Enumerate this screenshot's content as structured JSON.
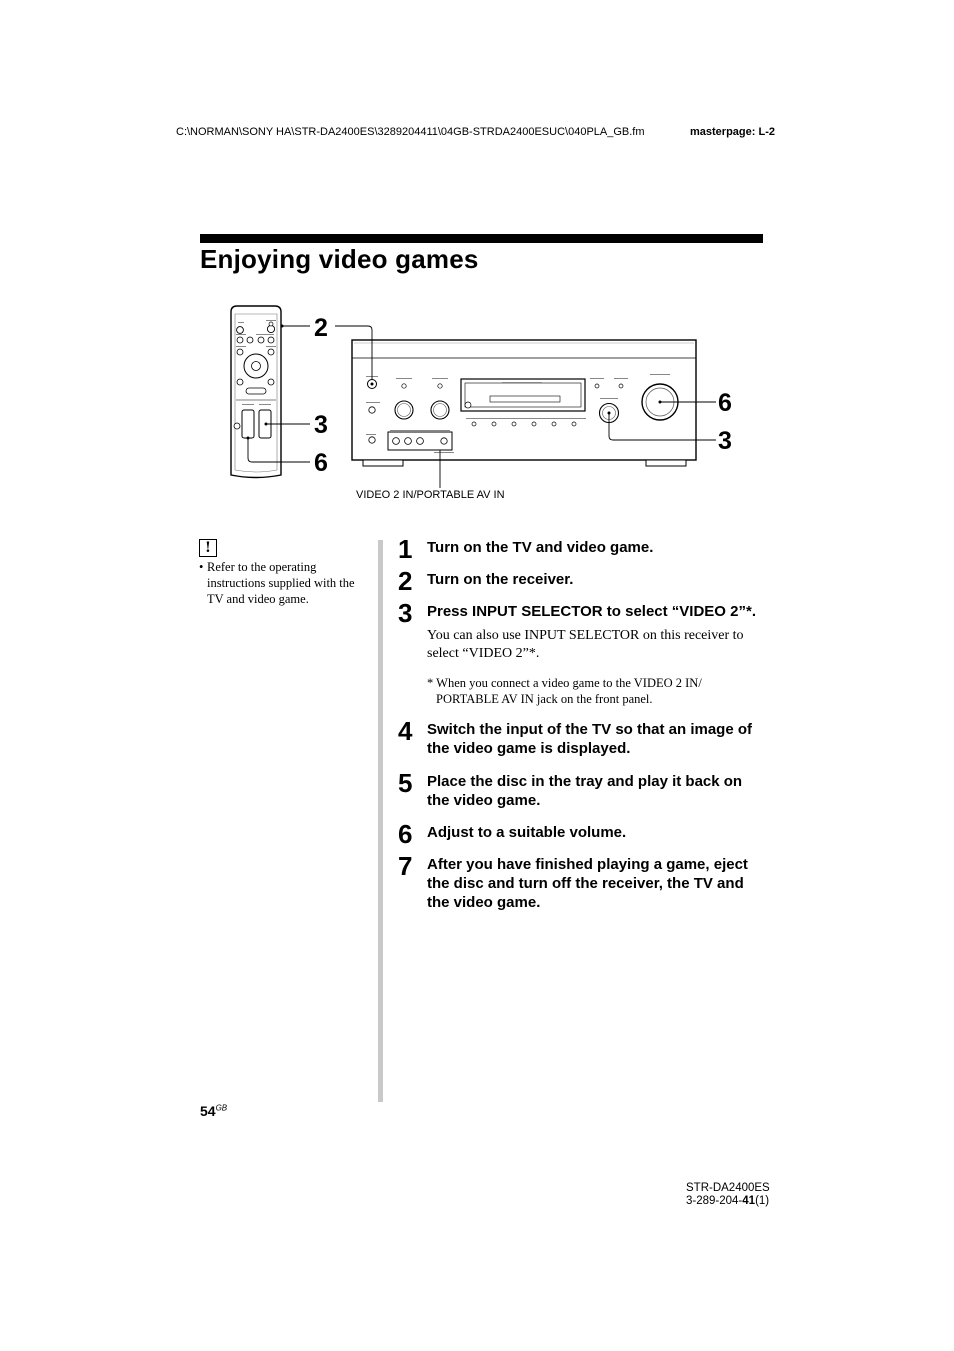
{
  "header": {
    "path": "C:\\NORMAN\\SONY HA\\STR-DA2400ES\\3289204411\\04GB-STRDA2400ESUC\\040PLA_GB.fm",
    "masterpage": "masterpage: L-2"
  },
  "title": "Enjoying video games",
  "figure": {
    "callouts": {
      "left_2": "2",
      "left_3": "3",
      "left_6": "6",
      "right_6": "6",
      "right_3": "3"
    },
    "caption": "VIDEO 2 IN/PORTABLE AV IN"
  },
  "note": {
    "icon": "!",
    "bullet": "•",
    "text": "Refer to the operating instructions supplied with the TV and video game."
  },
  "steps": [
    {
      "num": "1",
      "text": "Turn on the TV and video game."
    },
    {
      "num": "2",
      "text": "Turn on the receiver."
    },
    {
      "num": "3",
      "text": "Press INPUT SELECTOR to select “VIDEO 2”*.",
      "sub": "You can also use INPUT SELECTOR on this receiver to select “VIDEO 2”*.",
      "footnote": "* When you connect a video game to the VIDEO 2 IN/ PORTABLE AV IN jack on the front panel."
    },
    {
      "num": "4",
      "text": "Switch the input of the TV so that an image of the video game is displayed."
    },
    {
      "num": "5",
      "text": "Place the disc in the tray and play it back on the video game."
    },
    {
      "num": "6",
      "text": "Adjust to a suitable volume."
    },
    {
      "num": "7",
      "text": "After you have finished playing a game, eject the disc and turn off the receiver, the TV and the video game."
    }
  ],
  "footer": {
    "page": "54",
    "page_sup": "GB",
    "model": "STR-DA2400ES",
    "code_prefix": "3-289-204-",
    "code_bold": "41",
    "code_suffix": "(1)"
  }
}
